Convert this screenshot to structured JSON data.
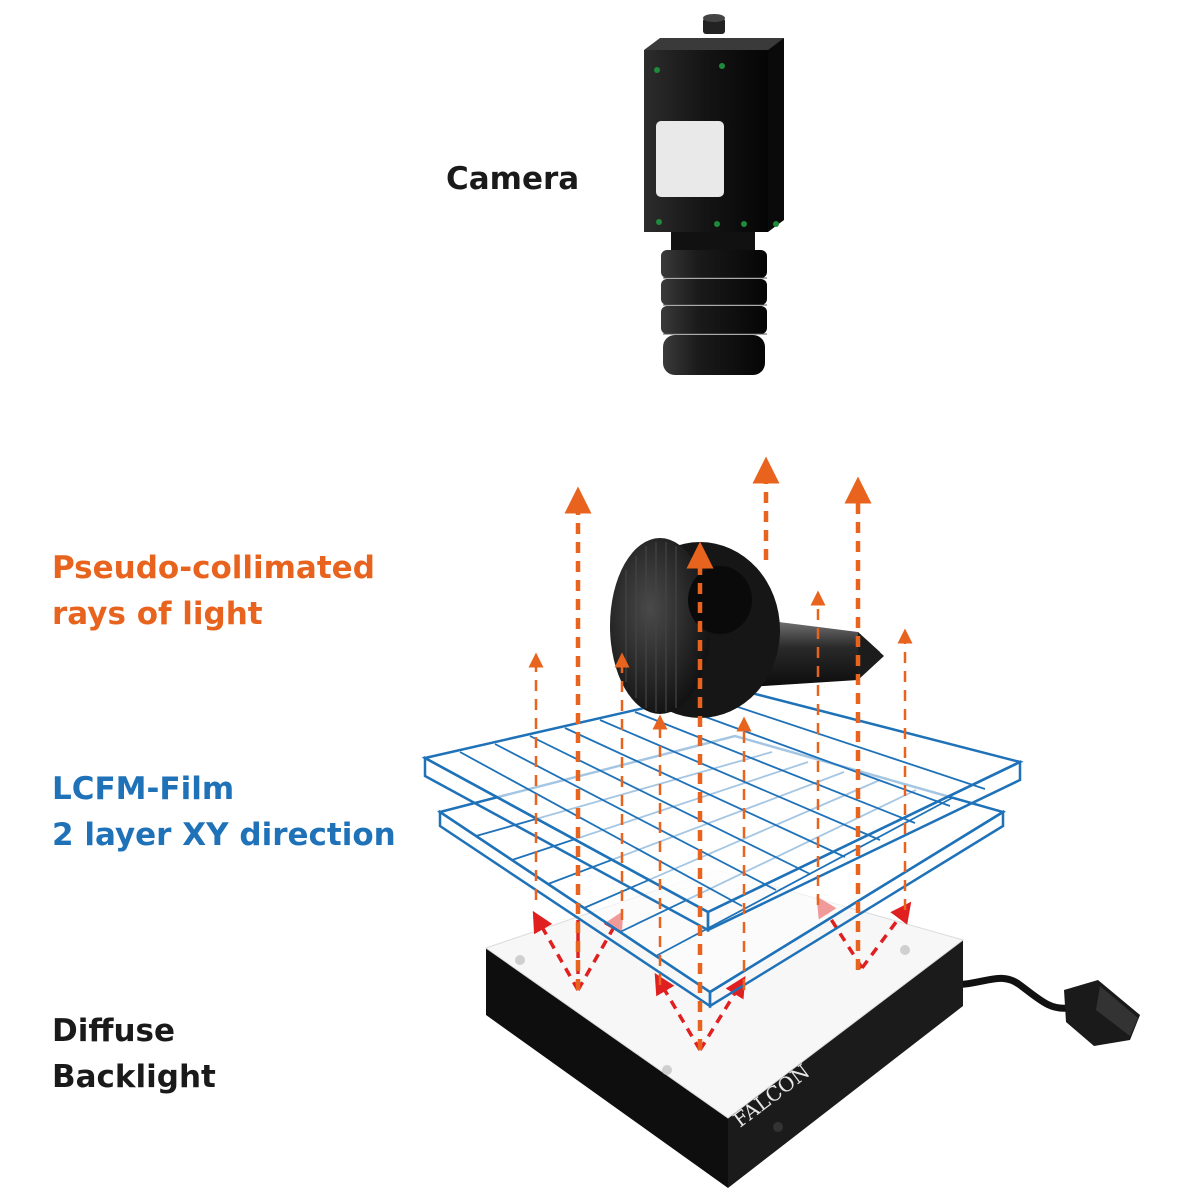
{
  "labels": {
    "camera": "Camera",
    "rays": [
      "Pseudo-collimated",
      "rays of light"
    ],
    "film": [
      "LCFM-Film",
      "2 layer XY direction"
    ],
    "backlight": [
      "Diffuse",
      "Backlight"
    ]
  },
  "brand": {
    "logo_text": "FALCON"
  },
  "colors": {
    "rays": "#e8641e",
    "film": "#1f72b8",
    "scatter": "#e02020",
    "text_dark": "#1a1a1a"
  }
}
